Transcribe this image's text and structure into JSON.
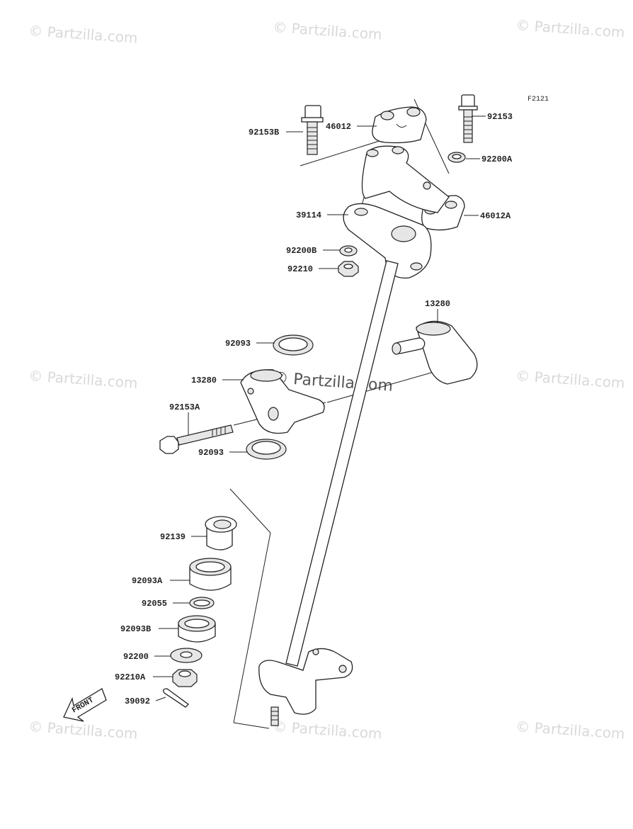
{
  "diagram_code": "F2121",
  "watermark": "© Partzilla.com",
  "front_label": "FRONT",
  "callouts": {
    "c92153B": "92153B",
    "c46012": "46012",
    "c92153": "92153",
    "c92200A": "92200A",
    "c39114": "39114",
    "c46012A": "46012A",
    "c92200B": "92200B",
    "c92210": "92210",
    "c13280_right": "13280",
    "c92093_top": "92093",
    "c13280_left": "13280",
    "c92153A": "92153A",
    "c92093_bottom": "92093",
    "c92139": "92139",
    "c92093A": "92093A",
    "c92055": "92055",
    "c92093B": "92093B",
    "c92200": "92200",
    "c92210A": "92210A",
    "c39092": "39092"
  }
}
